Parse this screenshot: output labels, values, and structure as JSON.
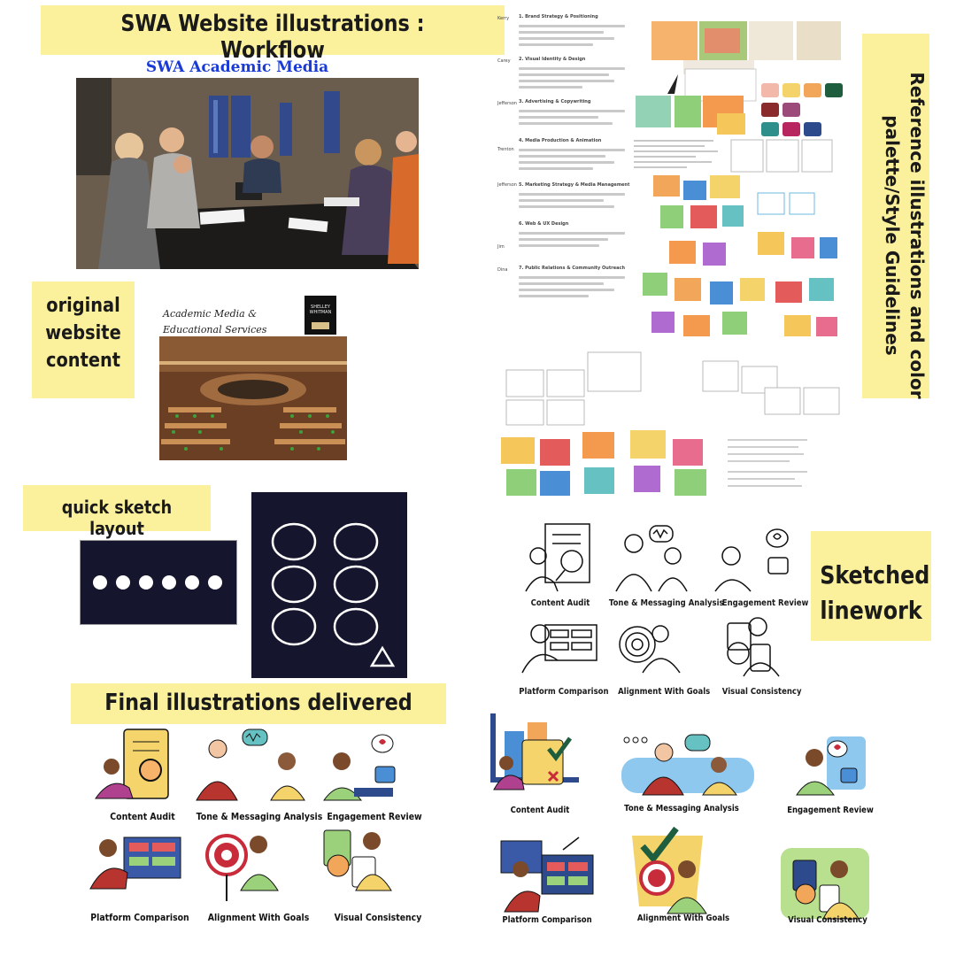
{
  "title": "SWA Website illustrations : Workflow",
  "academic_media_title": "SWA Academic Media",
  "labels": {
    "original_content": "original website content",
    "quick_sketch": "quick sketch layout",
    "reference": "Reference illustrations and color palette/Style Guidelines",
    "sketched_linework": "Sketched linework",
    "final_delivered": "Final illustrations delivered"
  },
  "website_card": {
    "script_title": "Academic Media & Educational Services",
    "book_name": "SHELLEY WHITMAN"
  },
  "illustration_captions": [
    "Content Audit",
    "Tone & Messaging Analysis",
    "Engagement Review",
    "Platform Comparison",
    "Alignment With Goals",
    "Visual Consistency"
  ],
  "workflow_doc": {
    "side_names": [
      "Kerry",
      "Carey",
      "Jefferson",
      "Trenton",
      "Jefferson",
      "Jim",
      "Dina"
    ],
    "sections": [
      "1. Brand Strategy & Positioning",
      "2. Visual Identity & Design",
      "3. Advertising & Copywriting",
      "4. Media Production & Animation",
      "5. Marketing Strategy & Media Management",
      "6. Web & UX Design",
      "7. Public Relations & Community Outreach"
    ]
  },
  "palette": [
    "#f2b8aa",
    "#f4d36b",
    "#f2a65a",
    "#1e5e3e",
    "#8a2a2a",
    "#9b4a7a",
    "#2f8f8a",
    "#b82660",
    "#2c4a8c"
  ],
  "colors": {
    "highlight_yellow": "#fbf09b",
    "sketch_panel": "#16152e",
    "title_blue": "#1a3bd6"
  }
}
